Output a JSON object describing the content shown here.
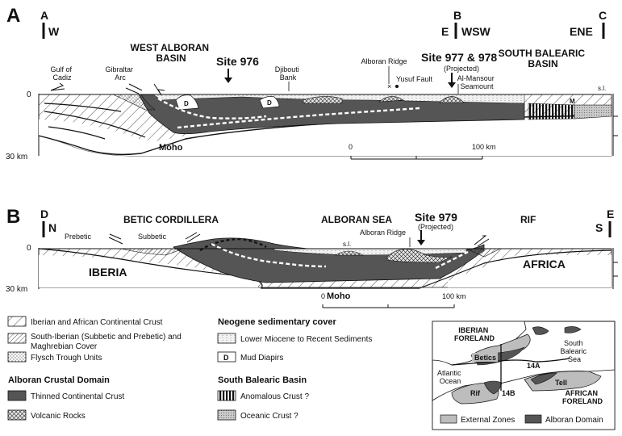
{
  "panel_a": {
    "panel_letter": "A",
    "end_left_letter": "A",
    "end_left_dir": "W",
    "mid_letter": "B",
    "mid_dir_left": "E",
    "mid_dir_right": "WSW",
    "end_right_letter": "C",
    "end_right_dir": "ENE",
    "basin_west_l1": "WEST ALBORAN",
    "basin_west_l2": "BASIN",
    "basin_sb_l1": "SOUTH BALEARIC",
    "basin_sb_l2": "BASIN",
    "site_976": "Site 976",
    "site_977": "Site 977 & 978",
    "site_977_note": "(Projected)",
    "gulf_l1": "Gulf of",
    "gulf_l2": "Cadiz",
    "gibraltar_l1": "Gibraltar",
    "gibraltar_l2": "Arc",
    "djibouti_l1": "Djibouti",
    "djibouti_l2": "Bank",
    "alboran_ridge": "Alboran Ridge",
    "yusuf_fault": "Yusuf Fault",
    "almansour_l1": "Al-Mansour",
    "almansour_l2": "Seamount",
    "sl": "s.l.",
    "depth_top": "0",
    "depth_bottom": "30 km",
    "moho": "Moho",
    "diapir": "D",
    "m_label": "M",
    "scale_start": "0",
    "scale_end": "100 km"
  },
  "panel_b": {
    "panel_letter": "B",
    "end_left_letter": "D",
    "end_left_dir": "N",
    "end_right_letter": "E",
    "end_right_dir": "S",
    "betic": "BETIC CORDILLERA",
    "alboran_sea": "ALBORAN SEA",
    "site_979": "Site 979",
    "site_979_note": "(Projected)",
    "rif": "RIF",
    "prebetic": "Prebetic",
    "subbetic": "Subbetic",
    "alboran_ridge": "Alboran Ridge",
    "sl": "s.l.",
    "iberia": "IBERIA",
    "africa": "AFRICA",
    "moho": "Moho",
    "depth_top": "0",
    "depth_bottom": "30 km",
    "scale_start": "0",
    "scale_end": "100 km"
  },
  "legend": {
    "item1": "Iberian and African Continental Crust",
    "item2_l1": "South-Iberian (Subbetic and Prebetic) and",
    "item2_l2": "Maghrebian Cover",
    "item3": "Flysch Trough Units",
    "alboran_heading": "Alboran Crustal Domain",
    "item4": "Thinned Continental Crust",
    "item5": "Volcanic Rocks",
    "neogene_heading": "Neogene sedimentary cover",
    "item6": "Lower Miocene to Recent Sediments",
    "item7": "Mud Diapirs",
    "diapir_symbol": "D",
    "sbb_heading": "South Balearic Basin",
    "item8": "Anomalous Crust ?",
    "item9": "Oceanic Crust ?"
  },
  "inset_map": {
    "iberian_l1": "IBERIAN",
    "iberian_l2": "FORELAND",
    "betics": "Betics",
    "south_balearic_l1": "South",
    "south_balearic_l2": "Balearic",
    "south_balearic_l3": "Sea",
    "label_14a": "14A",
    "atlantic_l1": "Atlantic",
    "atlantic_l2": "Ocean",
    "tell": "Tell",
    "rif": "Rif",
    "label_14b": "14B",
    "african_l1": "AFRICAN",
    "african_l2": "FORELAND",
    "legend_external": "External Zones",
    "legend_alboran": "Alboran Domain"
  }
}
